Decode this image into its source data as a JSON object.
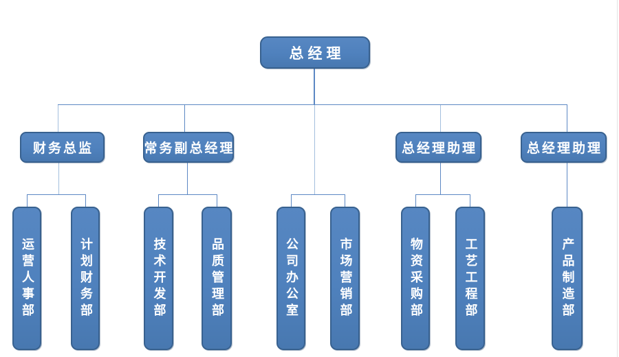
{
  "palette": {
    "node_fill": "#4f81bd",
    "node_border": "#38618f",
    "node_text": "#ffffff",
    "connector": "#5b87c3",
    "connector_light": "#a3bedd",
    "background": "#ffffff",
    "page_edge": "#e3e3e3"
  },
  "org": {
    "root": {
      "label": "总经理"
    },
    "branches": [
      {
        "head": {
          "label": "财务总监"
        },
        "depts": [
          {
            "label": "运营人事部"
          },
          {
            "label": "计划财务部"
          }
        ]
      },
      {
        "head": {
          "label": "常务副总经理"
        },
        "depts": [
          {
            "label": "技术开发部"
          },
          {
            "label": "品质管理部"
          }
        ]
      },
      {
        "head": null,
        "reports_directly_to_root": true,
        "depts": [
          {
            "label": "公司办公室"
          },
          {
            "label": "市场营销部"
          }
        ]
      },
      {
        "head": {
          "label": "总经理助理"
        },
        "depts": [
          {
            "label": "物资采购部"
          },
          {
            "label": "工艺工程部"
          }
        ]
      },
      {
        "head": {
          "label": "总经理助理"
        },
        "depts": [
          {
            "label": "产品制造部"
          }
        ]
      }
    ]
  }
}
